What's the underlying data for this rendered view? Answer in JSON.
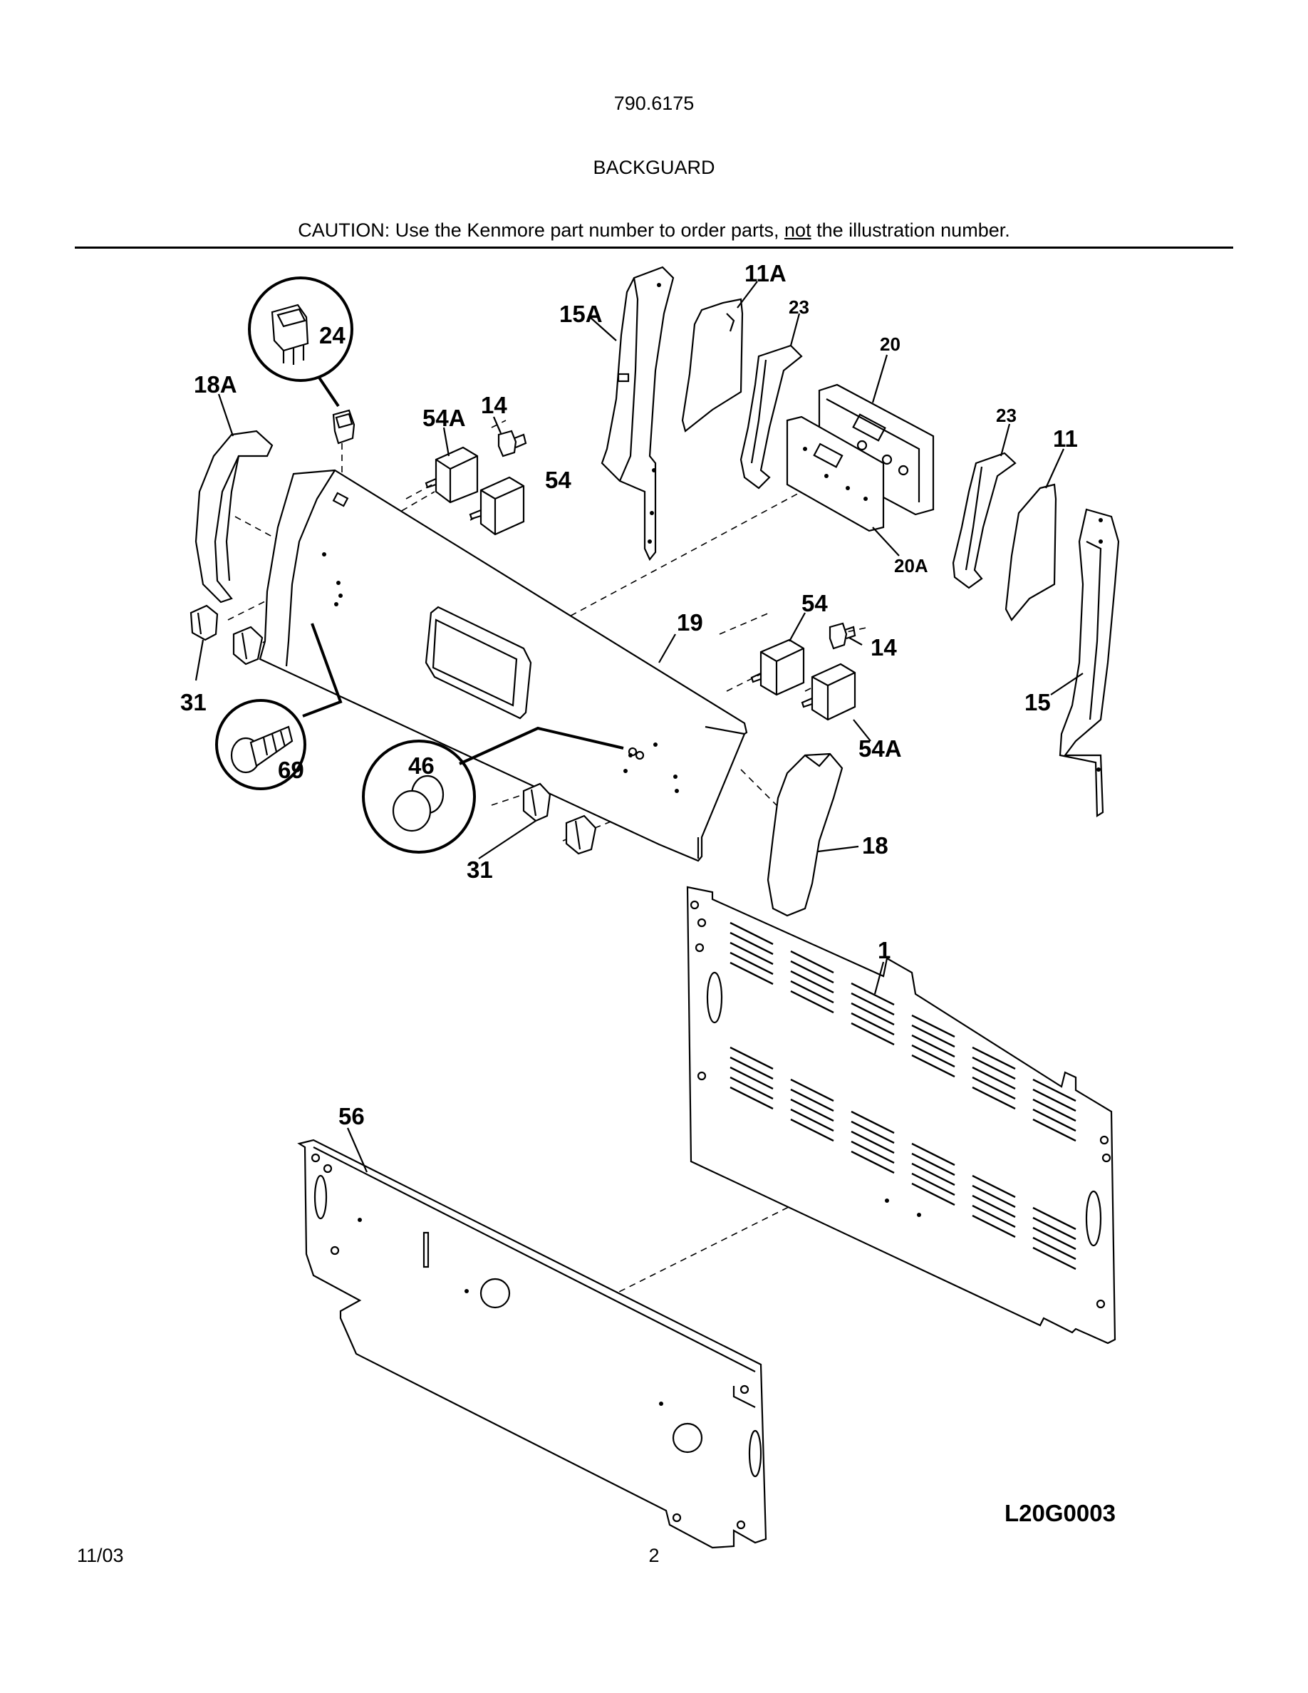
{
  "header": {
    "model_number": "790.6175",
    "section_title": "BACKGUARD",
    "caution_prefix": "CAUTION: Use the Kenmore part number to order parts, ",
    "caution_emphasis": "not",
    "caution_suffix": " the illustration number."
  },
  "callouts": {
    "c1": "1",
    "c11": "11",
    "c11a": "11A",
    "c14_top": "14",
    "c14_right": "14",
    "c15": "15",
    "c15a": "15A",
    "c18": "18",
    "c18a": "18A",
    "c19": "19",
    "c20": "20",
    "c20a": "20A",
    "c23_left": "23",
    "c23_right": "23",
    "c24": "24",
    "c31_left": "31",
    "c31_bottom": "31",
    "c46": "46",
    "c54_top": "54",
    "c54_right": "54",
    "c54a_top": "54A",
    "c54a_right": "54A",
    "c56": "56",
    "c69": "69"
  },
  "footer": {
    "drawing_code": "L20G0003",
    "date": "11/03",
    "page_number": "2"
  },
  "colors": {
    "ink": "#000000",
    "paper": "#ffffff"
  }
}
